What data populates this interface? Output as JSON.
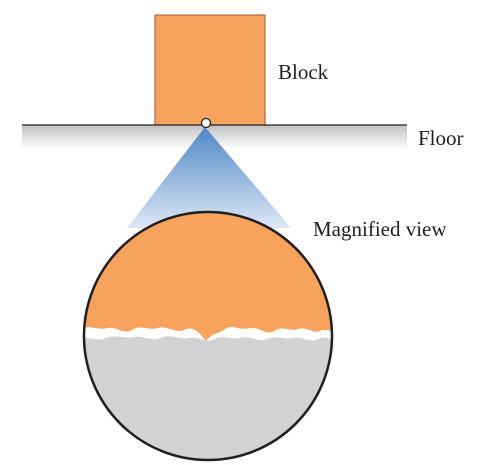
{
  "labels": {
    "block": "Block",
    "floor": "Floor",
    "magnified_view": "Magnified view"
  },
  "colors": {
    "block_fill": "#f7a35e",
    "block_stroke": "#9a5a2e",
    "floor_line": "#231f20",
    "floor_shadow": "#d2d3d5",
    "cone_top": "#4f86c6",
    "cone_bottom": "#d5e4f4",
    "surface_gap": "#ffffff",
    "floor_material": "#d2d3d5",
    "circle_outline": "#231f20",
    "text": "#231f20"
  }
}
